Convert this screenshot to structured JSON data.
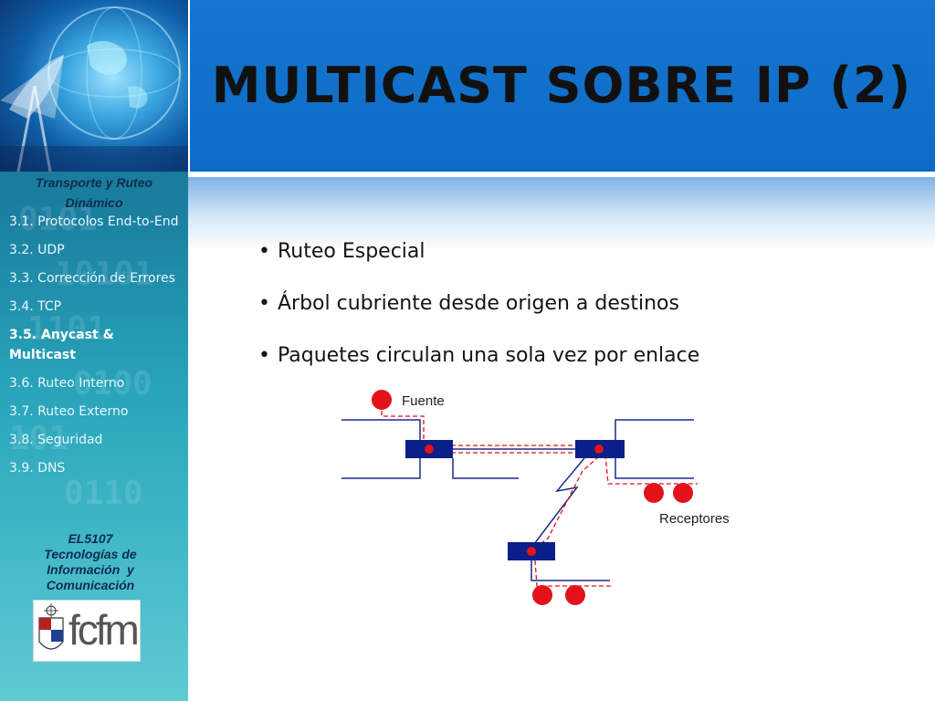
{
  "sidebar": {
    "title": "Transporte y Ruteo Dinámico",
    "menu": [
      {
        "label": "3.1.  Protocolos End-to-End",
        "active": false
      },
      {
        "label": "3.2. UDP",
        "active": false
      },
      {
        "label": "3.3. Corrección de Errores",
        "active": false
      },
      {
        "label": "3.4.  TCP",
        "active": false
      },
      {
        "label": "3.5.  Anycast & Multicast",
        "active": true
      },
      {
        "label": "3.6. Ruteo Interno",
        "active": false
      },
      {
        "label": "3.7. Ruteo Externo",
        "active": false
      },
      {
        "label": "3.8. Seguridad",
        "active": false
      },
      {
        "label": "3.9. DNS",
        "active": false
      }
    ],
    "course": {
      "code": "EL5107",
      "line1": "Tecnologías de",
      "line2": "Información  y",
      "line3": "Comunicación"
    },
    "logo_text": "fcfm"
  },
  "slide": {
    "title": "MULTICAST SOBRE IP (2)",
    "bullets": [
      "Ruteo Especial",
      "Árbol cubriente desde origen a destinos",
      "Paquetes circulan una sola vez por enlace"
    ]
  },
  "diagram": {
    "source_label": "Fuente",
    "receivers_label": "Receptores"
  },
  "colors": {
    "header_blue": "#0d6bc6",
    "router_navy": "#0a1f8a",
    "node_red": "#e3121b",
    "link_blue": "#1e2a8c",
    "path_red": "#e3121b"
  }
}
